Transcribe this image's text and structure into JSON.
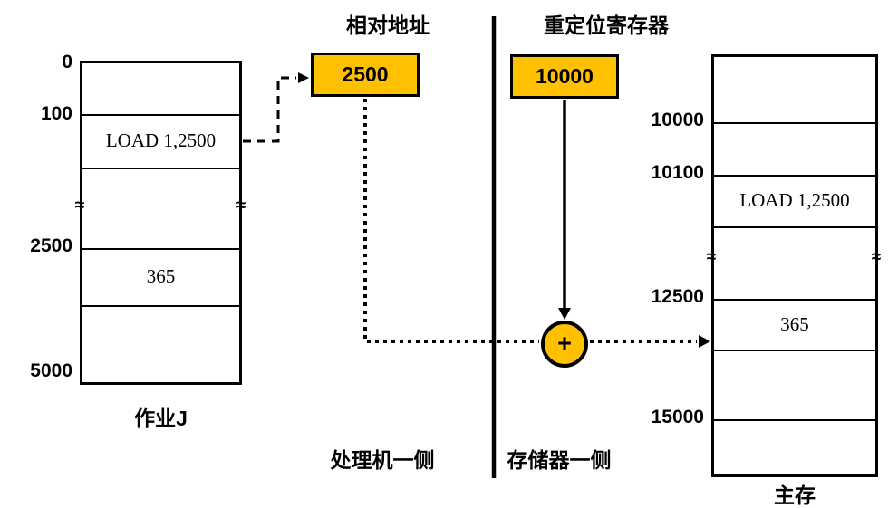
{
  "diagram": {
    "relative_address": {
      "title": "相对地址",
      "value": "2500"
    },
    "relocation_register": {
      "title": "重定位寄存器",
      "value": "10000"
    },
    "adder": {
      "symbol": "+"
    },
    "sides": {
      "processor": "处理机一侧",
      "memory": "存储器一侧"
    },
    "job_block": {
      "label": "作业J",
      "addresses": [
        "0",
        "100",
        "2500",
        "5000"
      ],
      "cells": {
        "load_instruction": "LOAD 1,2500",
        "data_value": "365"
      },
      "break_mark": "≈"
    },
    "memory_block": {
      "label": "主存",
      "addresses": [
        "10000",
        "10100",
        "12500",
        "15000"
      ],
      "cells": {
        "load_instruction": "LOAD 1,2500",
        "data_value": "365"
      },
      "break_mark": "≈"
    },
    "colors": {
      "accent_fill": "#FFC000",
      "line": "#000000",
      "background": "#FFFFFF"
    }
  }
}
